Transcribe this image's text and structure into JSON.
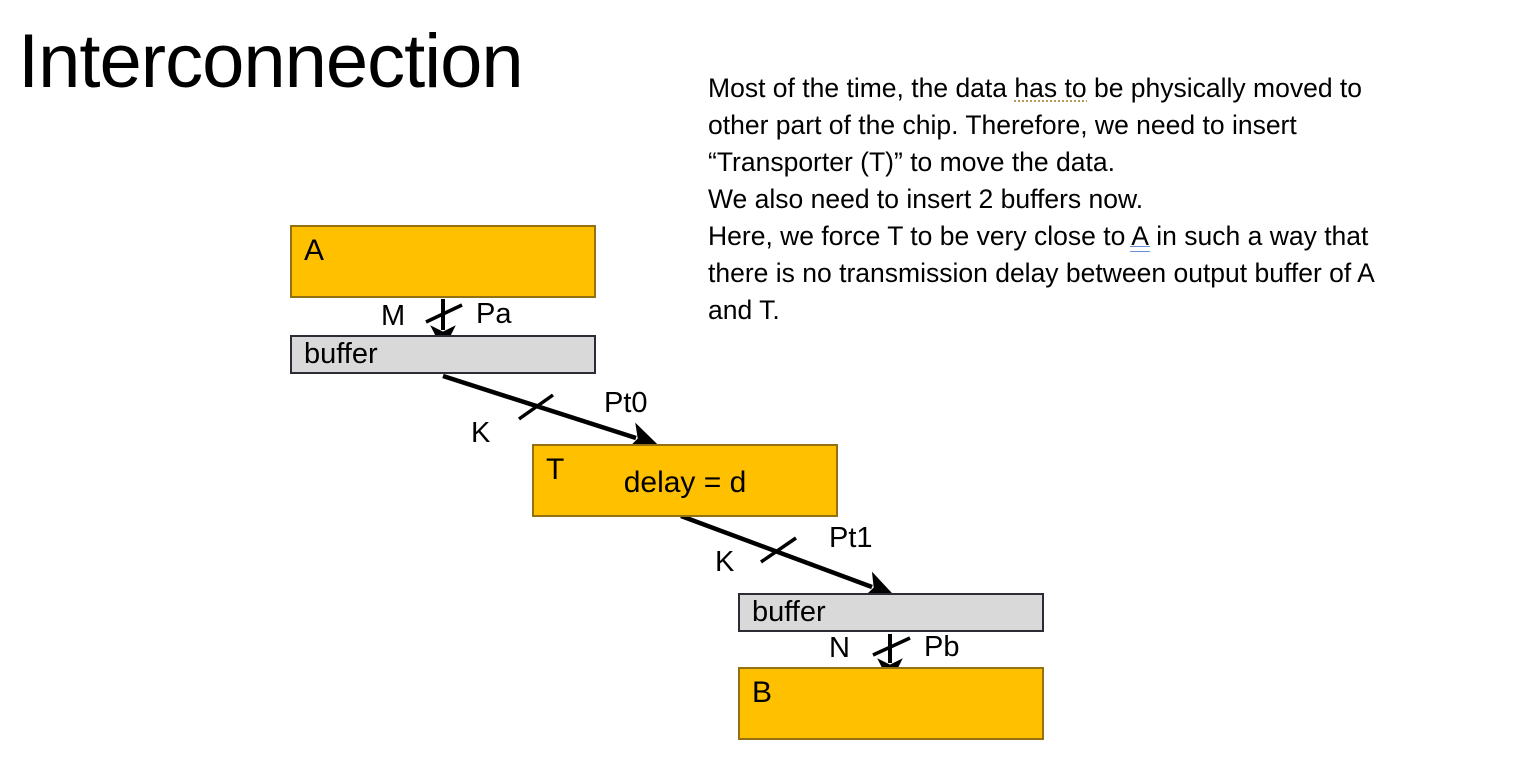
{
  "slide": {
    "title": "Interconnection",
    "background_color": "#FFFFFF"
  },
  "body": {
    "lines": [
      "Most of the time, the data ",
      "has to",
      " be physically moved to",
      "other part of the chip. Therefore, we need to insert",
      "“Transporter (T)” to move the data.",
      "We also need to insert 2 buffers now.",
      "Here, we force T to be very close to ",
      "A",
      " in such a way that",
      "there is no transmission delay between output buffer of A",
      "and T."
    ],
    "line1_a": "Most of the time, the data ",
    "line1_grammar": "has to",
    "line1_b": " be physically moved to",
    "line2": "other part of the chip. Therefore, we need to insert",
    "line3": "“Transporter (T)” to move the data.",
    "line4": "We also need to insert 2 buffers now.",
    "line5_a": "Here, we force T to be very close to ",
    "line5_smarttag": "A",
    "line5_b": " in such a way that",
    "line6": "there is no transmission delay between output buffer of A",
    "line7": "and T.",
    "grammar_underline_color": "#B99A5B",
    "smarttag_underline_color": "#6A8FD8"
  },
  "diagram": {
    "colors": {
      "node_orange_fill": "#FFC000",
      "node_orange_border": "#937113",
      "node_gray_fill": "#D9D9D9",
      "node_gray_border": "#2C2C34",
      "arrow": "#000000"
    },
    "nodes": [
      {
        "id": "box-a",
        "label": "A",
        "type": "orange"
      },
      {
        "id": "buffer-top",
        "label": "buffer",
        "type": "gray"
      },
      {
        "id": "box-t",
        "label": "T",
        "sublabel": "delay = d",
        "type": "orange"
      },
      {
        "id": "buffer-bot",
        "label": "buffer",
        "type": "gray"
      },
      {
        "id": "box-b",
        "label": "B",
        "type": "orange"
      }
    ],
    "node_a_label": "A",
    "buffer_top_label": "buffer",
    "node_t_label": "T",
    "node_t_delay": "delay = d",
    "buffer_bot_label": "buffer",
    "node_b_label": "B",
    "edges": [
      {
        "id": "a-to-buffer",
        "from": "box-a",
        "to": "buffer-top",
        "left_label": "M",
        "right_label": "Pa",
        "ticked": true,
        "direction": "down"
      },
      {
        "id": "buffer-to-t",
        "from": "buffer-top",
        "to": "box-t",
        "left_label": "K",
        "right_label": "Pt0",
        "ticked": true,
        "direction": "diagonal"
      },
      {
        "id": "t-to-buffer",
        "from": "box-t",
        "to": "buffer-bot",
        "left_label": "K",
        "right_label": "Pt1",
        "ticked": true,
        "direction": "diagonal"
      },
      {
        "id": "buffer-to-b",
        "from": "buffer-bot",
        "to": "box-b",
        "left_label": "N",
        "right_label": "Pb",
        "ticked": true,
        "direction": "down"
      }
    ],
    "edge_labels": {
      "m": "M",
      "pa": "Pa",
      "k0": "K",
      "pt0": "Pt0",
      "k1": "K",
      "pt1": "Pt1",
      "n": "N",
      "pb": "Pb"
    }
  }
}
